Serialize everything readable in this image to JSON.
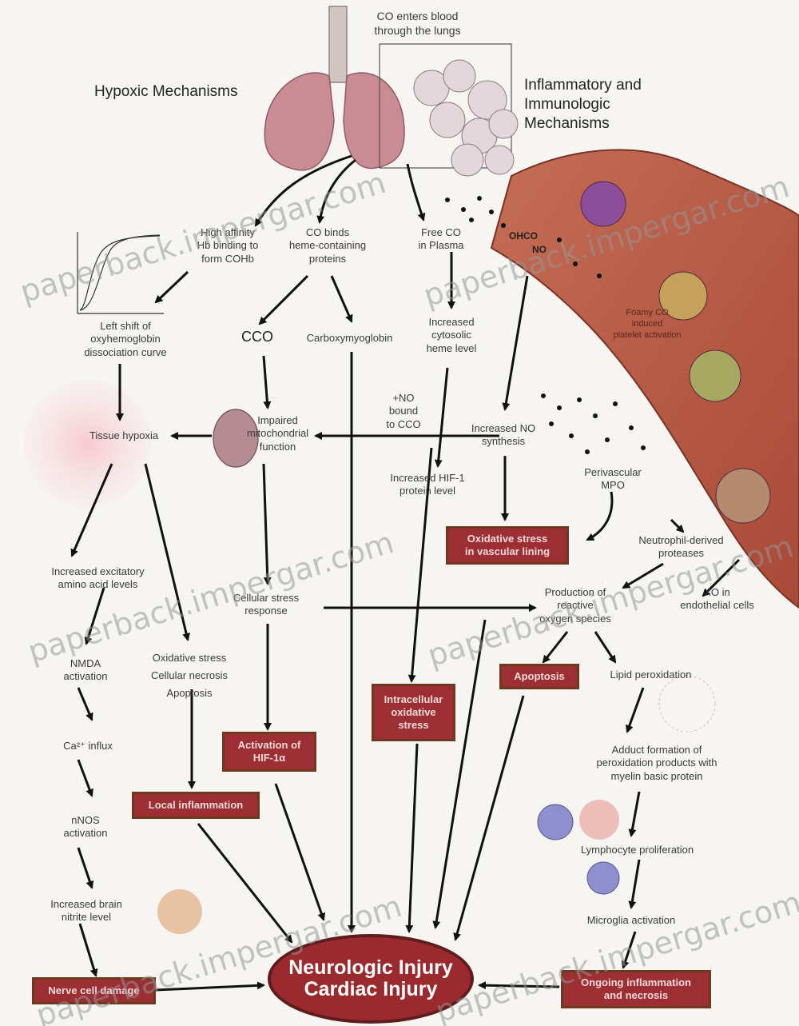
{
  "headers": {
    "co_enters": "CO enters blood\nthrough the lungs",
    "hypoxic": "Hypoxic Mechanisms",
    "inflammatory": "Inflammatory and\nImmunologic\nMechanisms"
  },
  "nodes": {
    "high_affinity": "High affinity\nHb binding to\nform COHb",
    "co_binds": "CO binds\nheme-containing\nproteins",
    "free_co": "Free CO\nin Plasma",
    "left_shift": "Left shift of\noxyhemoglobin\ndissociation curve",
    "cco": "CCO",
    "carboxymyoglobin": "Carboxymyoglobin",
    "increased_heme": "Increased\ncytosolic\nheme level",
    "no_bound": "+NO\nbound\nto CCO",
    "increased_no": "Increased NO\nsynthesis",
    "perivascular_mpo": "Perivascular\nMPO",
    "tissue_hypoxia": "Tissue hypoxia",
    "mito": "Impaired\nmitochondrial\nfunction",
    "hif_level": "Increased HIF-1\nprotein level",
    "neutrophil": "Neutrophil-derived\nproteases",
    "excitatory": "Increased excitatory\namino acid levels",
    "cellular_stress": "Cellular stress\nresponse",
    "ros": "Production of\nreactive\noxygen species",
    "xo": "XO in\nendothelial cells",
    "nmda": "NMDA\nactivation",
    "oxidative_stress": "Oxidative stress\nCellular necrosis\nApoptosis",
    "lipid": "Lipid peroxidation",
    "ca_influx": "Ca²⁺ influx",
    "adduct": "Adduct formation of\nperoxidation products with\nmyelin basic protein",
    "nnos": "nNOS\nactivation",
    "lymphocyte": "Lymphocyte proliferation",
    "nitrite": "Increased brain\nnitrite level",
    "microglia": "Microglia activation",
    "foam": "Foamy CO\ninduced\nplatelet activation"
  },
  "boxes": {
    "oxidative_vascular": "Oxidative stress\nin vascular lining",
    "apoptosis": "Apoptosis",
    "intracellular": "Intracellular\noxidative\nstress",
    "hif_activation": "Activation of\nHIF-1α",
    "local_inflammation": "Local inflammation",
    "nerve_damage": "Nerve cell damage",
    "ongoing": "Ongoing inflammation\nand necrosis"
  },
  "outcome": {
    "line1": "Neurologic Injury",
    "line2": "Cardiac Injury"
  },
  "vessel_labels": {
    "ohgo": "OHCO",
    "no": "NO"
  },
  "watermark": "paperback.impergar.com",
  "colors": {
    "box_fill": "#9c2e34",
    "box_border": "#6b3a1e",
    "vessel": "#b8614c",
    "lung": "#c98c94",
    "arrow": "#111111"
  }
}
